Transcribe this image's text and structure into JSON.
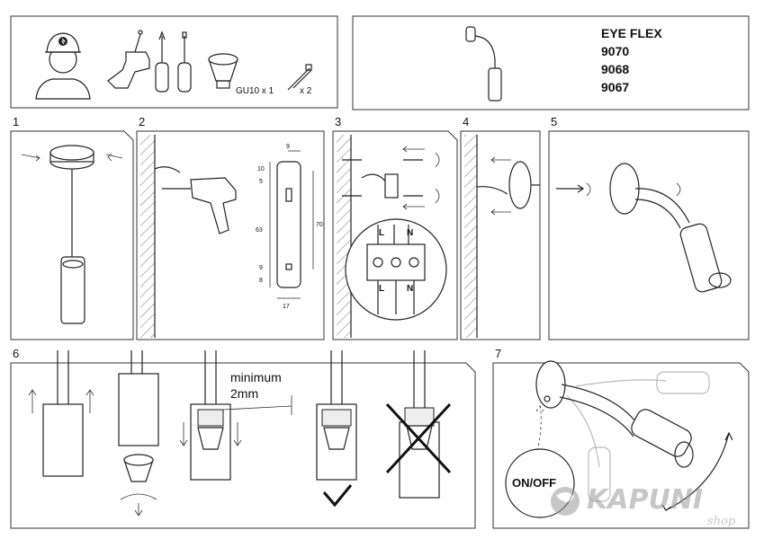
{
  "header": {
    "product_name": "EYE FLEX",
    "model_codes": [
      "9070",
      "9068",
      "9067"
    ]
  },
  "tools": {
    "bulb_label": "GU10 x 1",
    "screws_label": "x 2"
  },
  "steps": {
    "numbers": [
      "1",
      "2",
      "3",
      "4",
      "5",
      "6",
      "7"
    ]
  },
  "drilling_template": {
    "dimensions": [
      "9",
      "10",
      "5",
      "63",
      "70",
      "9",
      "8",
      "17"
    ]
  },
  "wiring": {
    "top_labels": [
      "L",
      "N"
    ],
    "bottom_labels": [
      "L",
      "N"
    ]
  },
  "step6": {
    "clearance_label_line1": "minimum",
    "clearance_label_line2": "2mm"
  },
  "step7": {
    "switch_label": "ON/OFF"
  },
  "brand": {
    "logo_text": "KAPUNI",
    "logo_sub": "shop"
  }
}
